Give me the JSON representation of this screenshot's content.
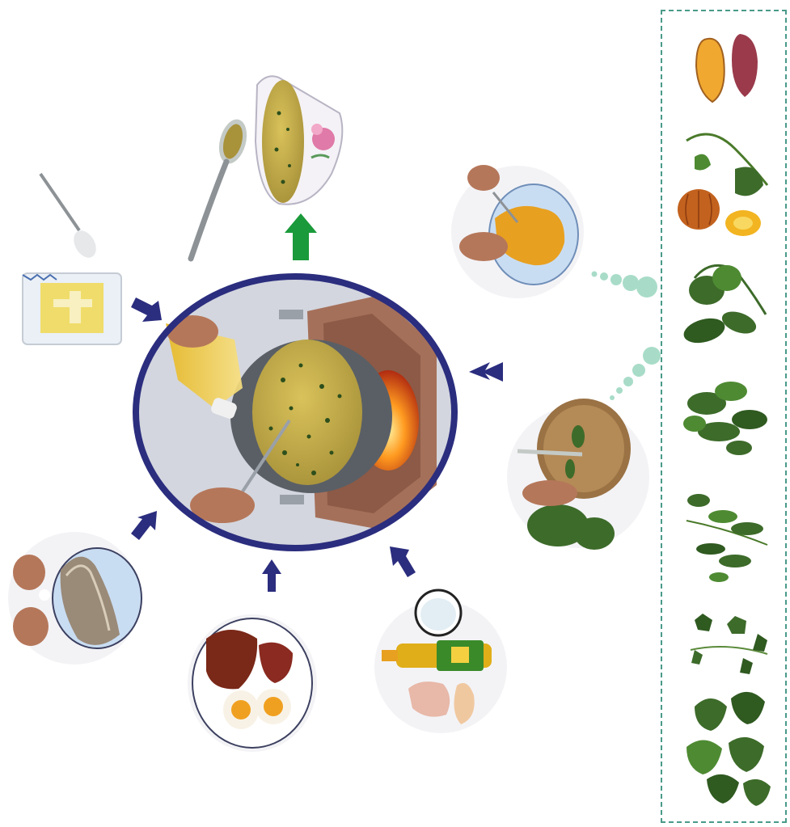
{
  "title": "",
  "colors": {
    "ring": "#2b2d7e",
    "ring_fill": "#c8ccd6",
    "arrow_in": "#2b2d7e",
    "arrow_out": "#1a9a3a",
    "panel_border": "#4a9a8a",
    "dots": "#a8dcc8",
    "porridge": "#c9b24a",
    "greens": "#3d6b2a",
    "pumpkin": "#e8a020",
    "sweet_potato_skin": "#9a3a4a",
    "flame": "#ff7a10",
    "plate": "#d7ecf7"
  },
  "hub": {
    "name": "cooking-pot-on-stove",
    "icon": "pot-on-fire-icon"
  },
  "inputs": [
    {
      "name": "salt-bag",
      "icon": "salt-bag-icon"
    },
    {
      "name": "mashed-pumpkin",
      "icon": "pumpkin-plate-icon"
    },
    {
      "name": "chopped-greens",
      "icon": "chopping-board-icon"
    },
    {
      "name": "oil-water-meat",
      "icon": "oil-bottle-icon"
    },
    {
      "name": "liver-and-eggs",
      "icon": "egg-plate-icon"
    },
    {
      "name": "fish",
      "icon": "fish-plate-icon"
    }
  ],
  "output": {
    "name": "porridge-bowl",
    "icon": "bowl-spoon-icon"
  },
  "ingredient_panel": [
    {
      "name": "sweet-potato",
      "icon": "sweet-potato-icon"
    },
    {
      "name": "pumpkin-and-leaves",
      "icon": "pumpkin-icon"
    },
    {
      "name": "leafy-green-1",
      "icon": "leaf-icon"
    },
    {
      "name": "leafy-green-2",
      "icon": "leaf-icon"
    },
    {
      "name": "leafy-green-3",
      "icon": "leaf-icon"
    },
    {
      "name": "vine-leaves",
      "icon": "leaf-icon"
    },
    {
      "name": "pumpkin-leaves",
      "icon": "leaf-icon"
    }
  ]
}
